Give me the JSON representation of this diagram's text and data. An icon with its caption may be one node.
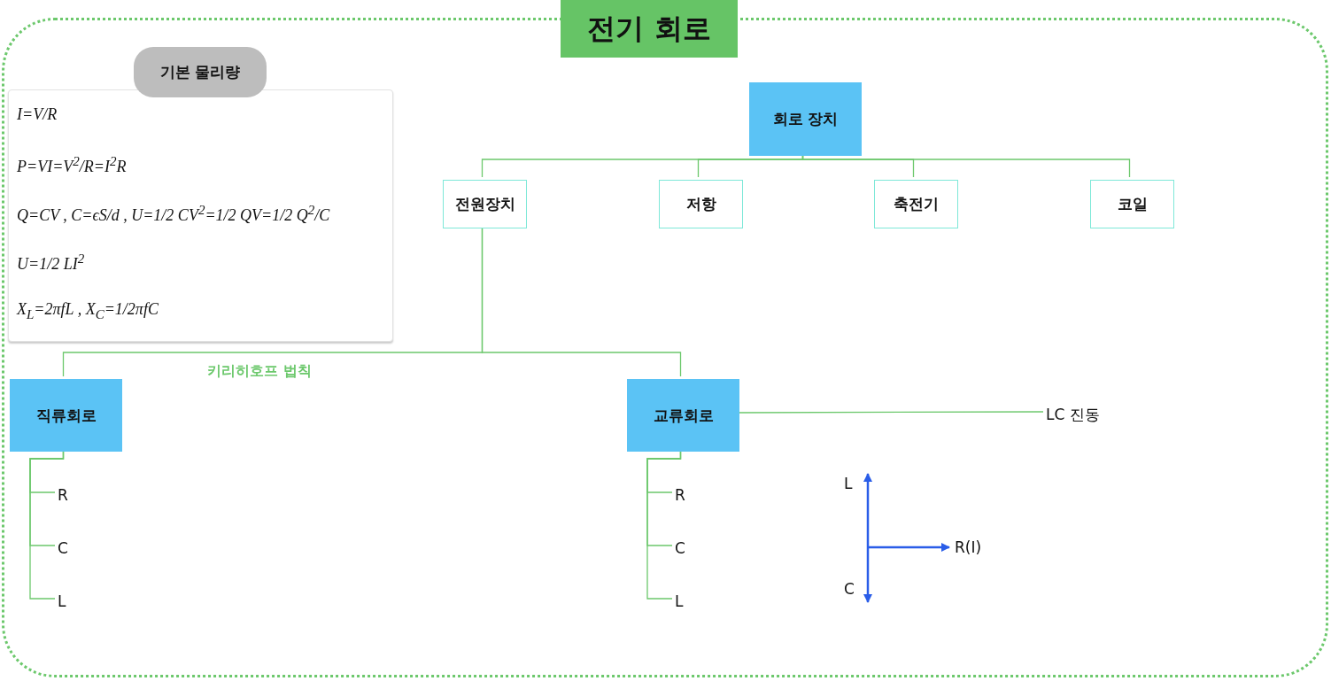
{
  "diagram": {
    "nodes": [
      {
        "text": [
          "전기 회로"
        ]
      },
      {
        "text": [
          "기본 물리량",
          "I=V/R",
          "P=VI=V$^{2}$/R=I$^{2}$R",
          "Q=CV , C=ϵS/d , U=1/2 CV$^{2}$=1/2 QV=1/2 Q$^{2}$/C",
          "U=1/2 LI$^{2}$",
          "X$_{L}$=2πfL , X$_{C}$=1/2πfC"
        ],
        "in": 0
      },
      {
        "text": [
          "회로 장치"
        ],
        "in": 0
      },
      {
        "text": [
          "전원장치"
        ],
        "in": 0
      },
      {
        "text": [
          "저항"
        ],
        "in": 0
      },
      {
        "text": [
          "축전기"
        ],
        "in": 0
      },
      {
        "text": [
          "코일"
        ],
        "in": 0
      },
      {
        "text": [
          "직류회로"
        ],
        "in": 0
      },
      {
        "text": [
          "교류회로"
        ],
        "in": 0
      },
      {
        "text": [
          "R"
        ],
        "in": 0
      },
      {
        "text": [
          "C"
        ],
        "in": 0
      },
      {
        "text": [
          "L"
        ],
        "in": 0
      },
      {
        "text": [
          "R"
        ],
        "in": 0
      },
      {
        "text": [
          "C"
        ],
        "in": 0
      },
      {
        "text": [
          "L"
        ],
        "in": 0
      },
      {
        "text": [
          "LC 진동"
        ],
        "in": 0
      }
    ],
    "edges": [
      {
        "from": 2,
        "to": 3,
        "arrow": "none"
      },
      {
        "from": 2,
        "to": 4,
        "arrow": "none"
      },
      {
        "from": 2,
        "to": 5,
        "arrow": "none"
      },
      {
        "from": 2,
        "to": 6,
        "arrow": "none"
      },
      {
        "from": 3,
        "to": 7,
        "arrow": "none",
        "label": "키리히호프 법칙"
      },
      {
        "from": 3,
        "to": 8,
        "arrow": "none"
      },
      {
        "from": 7,
        "to": 9,
        "arrow": "none"
      },
      {
        "from": 7,
        "to": 10,
        "arrow": "none"
      },
      {
        "from": 7,
        "to": 11,
        "arrow": "none"
      },
      {
        "from": 8,
        "to": 12,
        "arrow": "none"
      },
      {
        "from": 8,
        "to": 13,
        "arrow": "none"
      },
      {
        "from": 8,
        "to": 14,
        "arrow": "none"
      },
      {
        "from": 8,
        "to": 15,
        "arrow": "none"
      }
    ],
    "labels": [
      "L",
      "C",
      "R(I)"
    ]
  }
}
